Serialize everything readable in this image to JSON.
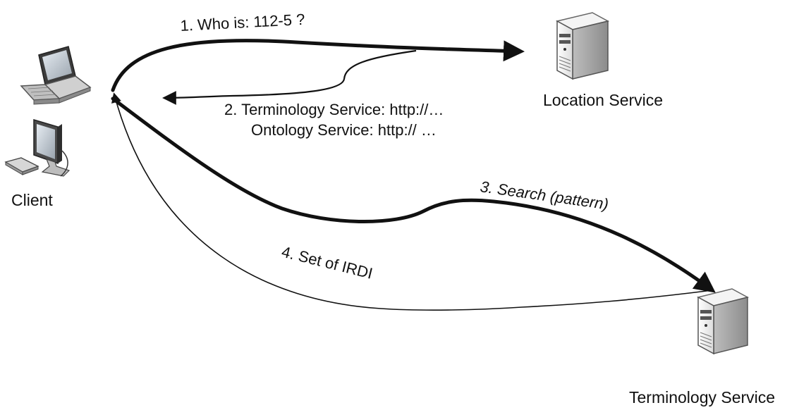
{
  "nodes": {
    "client": {
      "label": "Client"
    },
    "location_service": {
      "label": "Location Service"
    },
    "terminology_service": {
      "label": "Terminology Service"
    }
  },
  "messages": {
    "m1": {
      "label": "1. Who is: 112-5 ?"
    },
    "m2_line1": {
      "label": "2. Terminology Service:  http://…"
    },
    "m2_line2": {
      "label": "Ontology Service: http://  …"
    },
    "m3": {
      "label": "3. Search (pattern)"
    },
    "m4": {
      "label": "4. Set of IRDI"
    }
  },
  "icons": {
    "client": [
      "laptop-icon",
      "desktop-computer-icon"
    ],
    "location_service": "server-icon",
    "terminology_service": "server-icon"
  },
  "colors": {
    "ink": "#111111",
    "server_body": "#d9d9d9",
    "server_front": "#f2f2f2"
  }
}
